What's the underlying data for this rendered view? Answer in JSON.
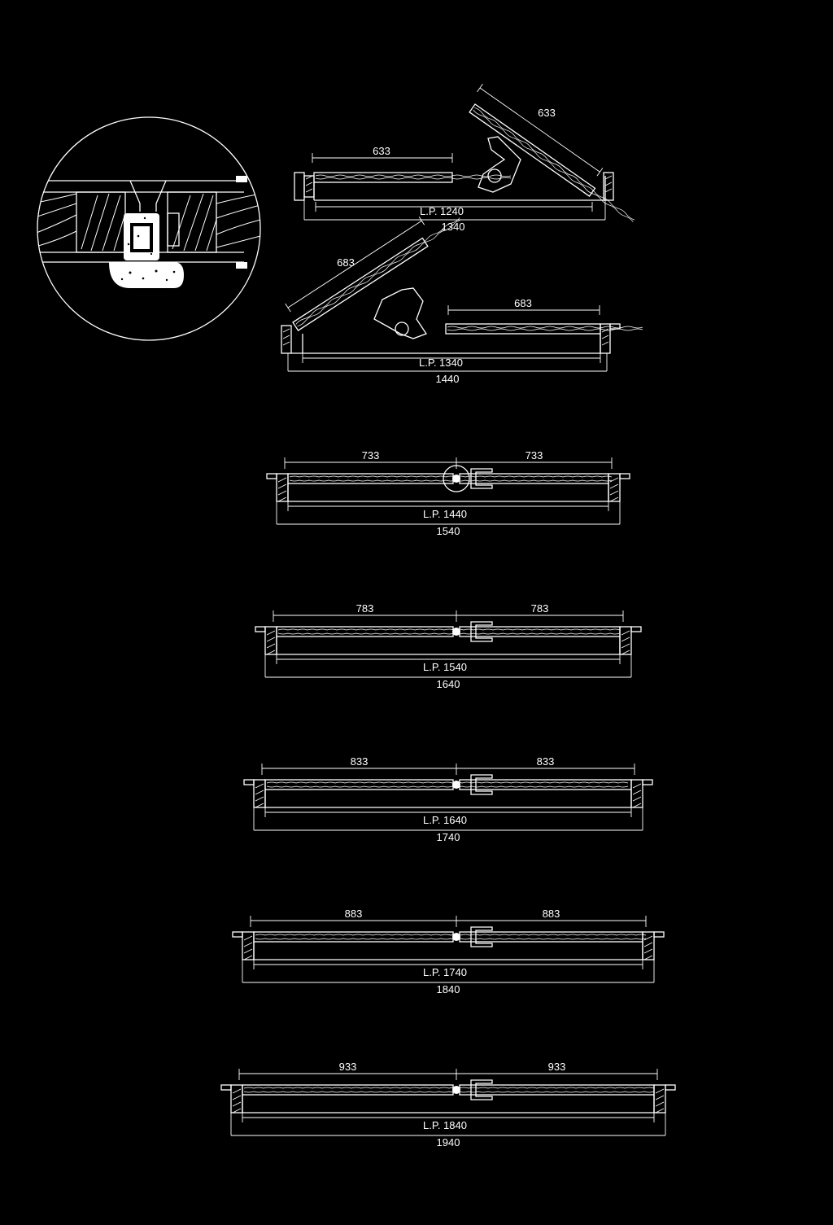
{
  "detail": {
    "name": "joint-detail-magnified"
  },
  "diagrams": [
    {
      "id": "d1240",
      "panels": [
        "633",
        "633"
      ],
      "lp_label": "L.P. 1240",
      "overall_label": "1340",
      "open_panels": "right"
    },
    {
      "id": "d1340",
      "panels": [
        "683",
        "683"
      ],
      "lp_label": "L.P. 1340",
      "overall_label": "1440",
      "open_panels": "left"
    },
    {
      "id": "d1440",
      "panels": [
        "733",
        "733"
      ],
      "lp_label": "L.P. 1440",
      "overall_label": "1540",
      "open_panels": "none"
    },
    {
      "id": "d1540",
      "panels": [
        "783",
        "783"
      ],
      "lp_label": "L.P. 1540",
      "overall_label": "1640",
      "open_panels": "none"
    },
    {
      "id": "d1640",
      "panels": [
        "833",
        "833"
      ],
      "lp_label": "L.P. 1640",
      "overall_label": "1740",
      "open_panels": "none"
    },
    {
      "id": "d1740",
      "panels": [
        "883",
        "883"
      ],
      "lp_label": "L.P. 1740",
      "overall_label": "1840",
      "open_panels": "none"
    },
    {
      "id": "d1840",
      "panels": [
        "933",
        "933"
      ],
      "lp_label": "L.P. 1840",
      "overall_label": "1940",
      "open_panels": "none"
    }
  ]
}
